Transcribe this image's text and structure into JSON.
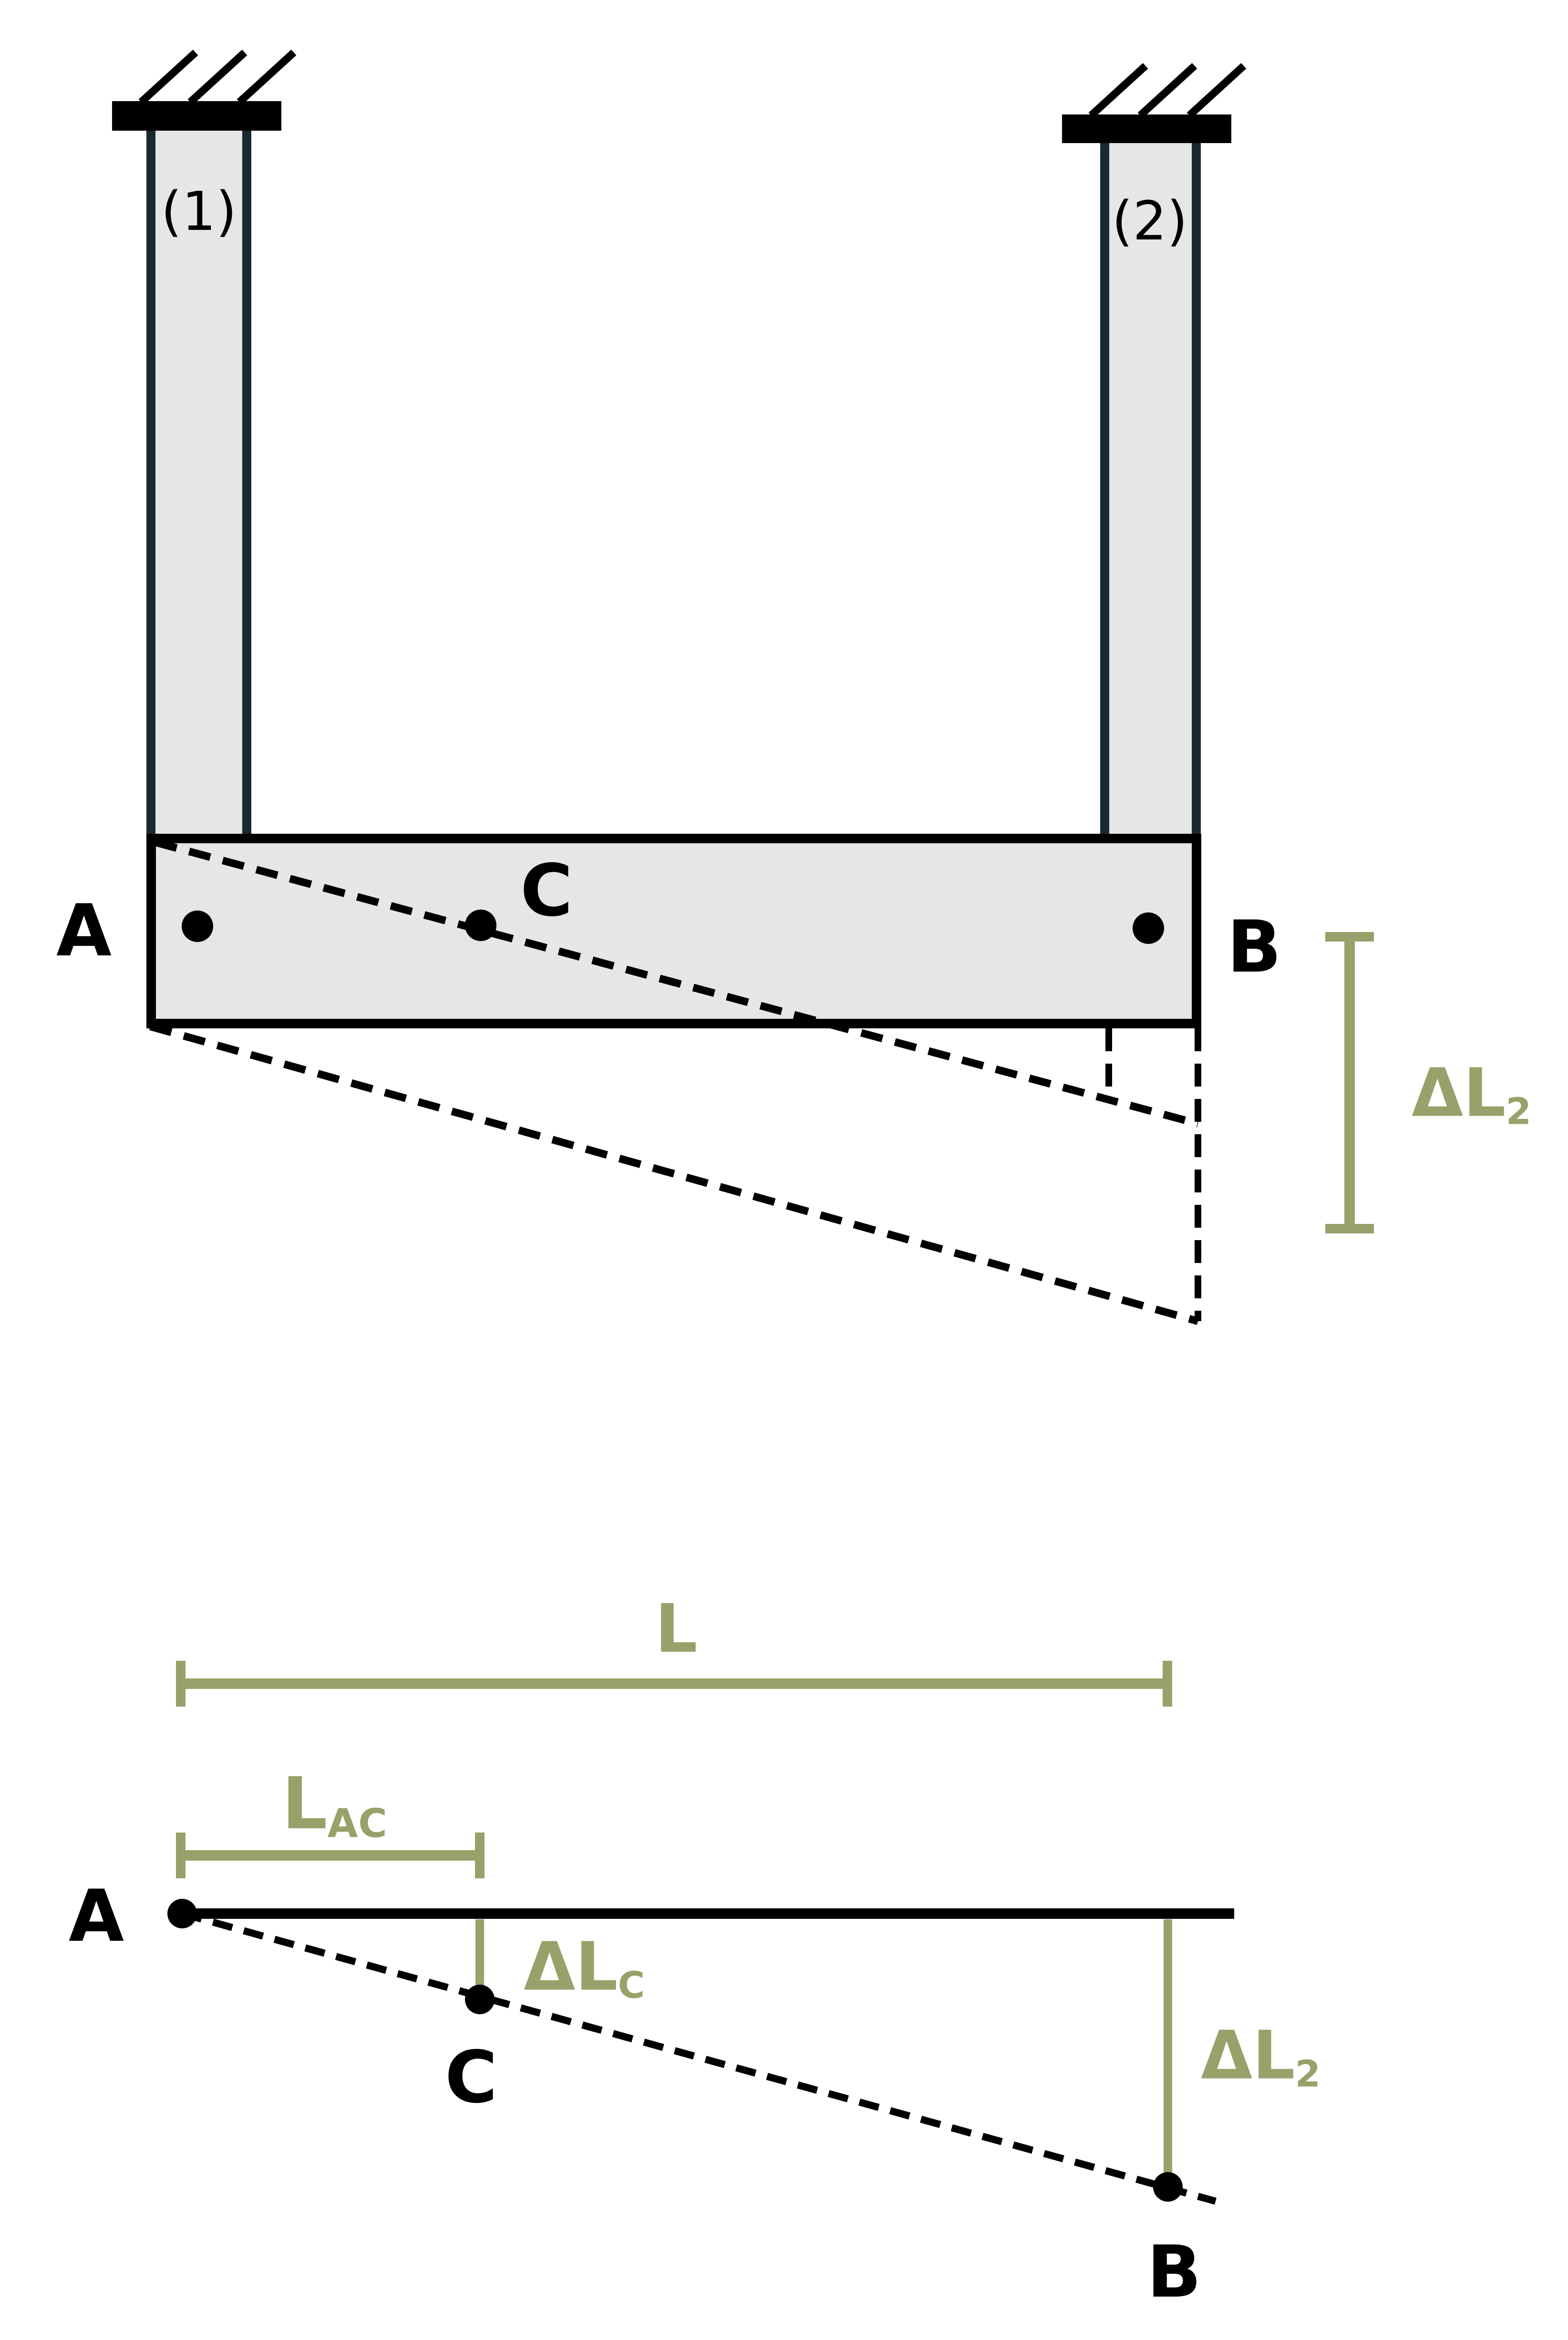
{
  "figure": {
    "top": {
      "rod1_label": "(1)",
      "rod2_label": "(2)",
      "point_a": "A",
      "point_c": "C",
      "point_b": "B",
      "dim_delta_l2": {
        "base": "ΔL",
        "sub": "2"
      }
    },
    "bottom": {
      "dim_l": "L",
      "dim_l_ac": {
        "base": "L",
        "sub": "AC"
      },
      "point_a": "A",
      "point_c": "C",
      "point_b": "B",
      "dim_delta_lc": {
        "base": "ΔL",
        "sub": "C"
      },
      "dim_delta_l2": {
        "base": "ΔL",
        "sub": "2"
      }
    }
  },
  "colors": {
    "accent_green": "#97A169",
    "rod_outline": "#1A2930",
    "shape_fill": "#E6E6E6",
    "ink": "#000000"
  }
}
